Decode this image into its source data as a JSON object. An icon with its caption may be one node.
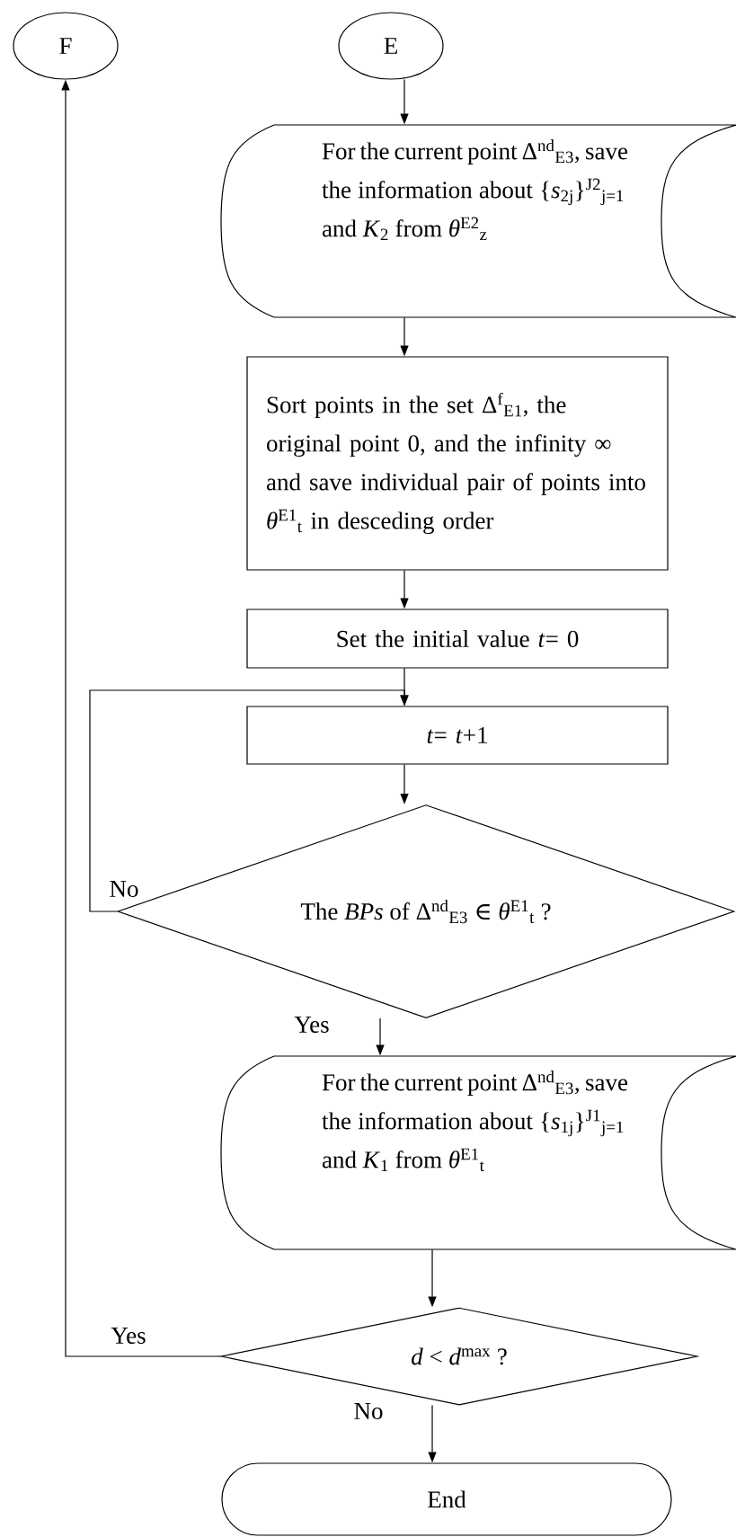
{
  "diagram": {
    "nodes": [
      {
        "text": [
          "F"
        ]
      },
      {
        "text": [
          "E"
        ]
      },
      {
        "text": [
          "For the current point Δ$^{nd}$$_{E3}$, save the information about {*s*$_{2j}$}$^{J2}$$_{j=1}$ and *K*$_{2}$ from *θ*$^{E2}$$_{z}$"
        ]
      },
      {
        "text": [
          "Sort points in the set Δ$^{f}$$_{E1}$, the original point 0, and the infinity ∞ and save individual pair of points into *θ*$^{E1}$$_{t}$ in desceding order"
        ]
      },
      {
        "text": [
          "Set the initial value *t*= 0"
        ]
      },
      {
        "text": [
          "*t*= *t*+1"
        ]
      },
      {
        "text": [
          "The *BPs* of Δ$^{nd}$$_{E3}$ ∈ *θ*$^{E1}$$_{t}$ ?"
        ]
      },
      {
        "text": [
          "For the current point Δ$^{nd}$$_{E3}$, save the information about {*s*$_{1j}$}$^{J1}$$_{j=1}$ and *K*$_{1}$ from *θ*$^{E1}$$_{t}$"
        ]
      },
      {
        "text": [
          "*d* < *d*$^{max}$ ?"
        ]
      },
      {
        "text": [
          "End"
        ]
      }
    ],
    "edges": [
      {
        "from": 1,
        "to": 2,
        "arrow": "to"
      },
      {
        "from": 2,
        "to": 3,
        "arrow": "to"
      },
      {
        "from": 3,
        "to": 4,
        "arrow": "to"
      },
      {
        "from": 4,
        "to": 5,
        "arrow": "to"
      },
      {
        "from": 5,
        "to": 6,
        "arrow": "to"
      },
      {
        "from": 6,
        "to": 5,
        "arrow": "to",
        "label": "No"
      },
      {
        "from": 6,
        "to": 7,
        "arrow": "to",
        "label": "Yes"
      },
      {
        "from": 7,
        "to": 8,
        "arrow": "to"
      },
      {
        "from": 8,
        "to": 0,
        "arrow": "to",
        "label": "Yes"
      },
      {
        "from": 8,
        "to": 9,
        "arrow": "to",
        "label": "No"
      }
    ]
  }
}
